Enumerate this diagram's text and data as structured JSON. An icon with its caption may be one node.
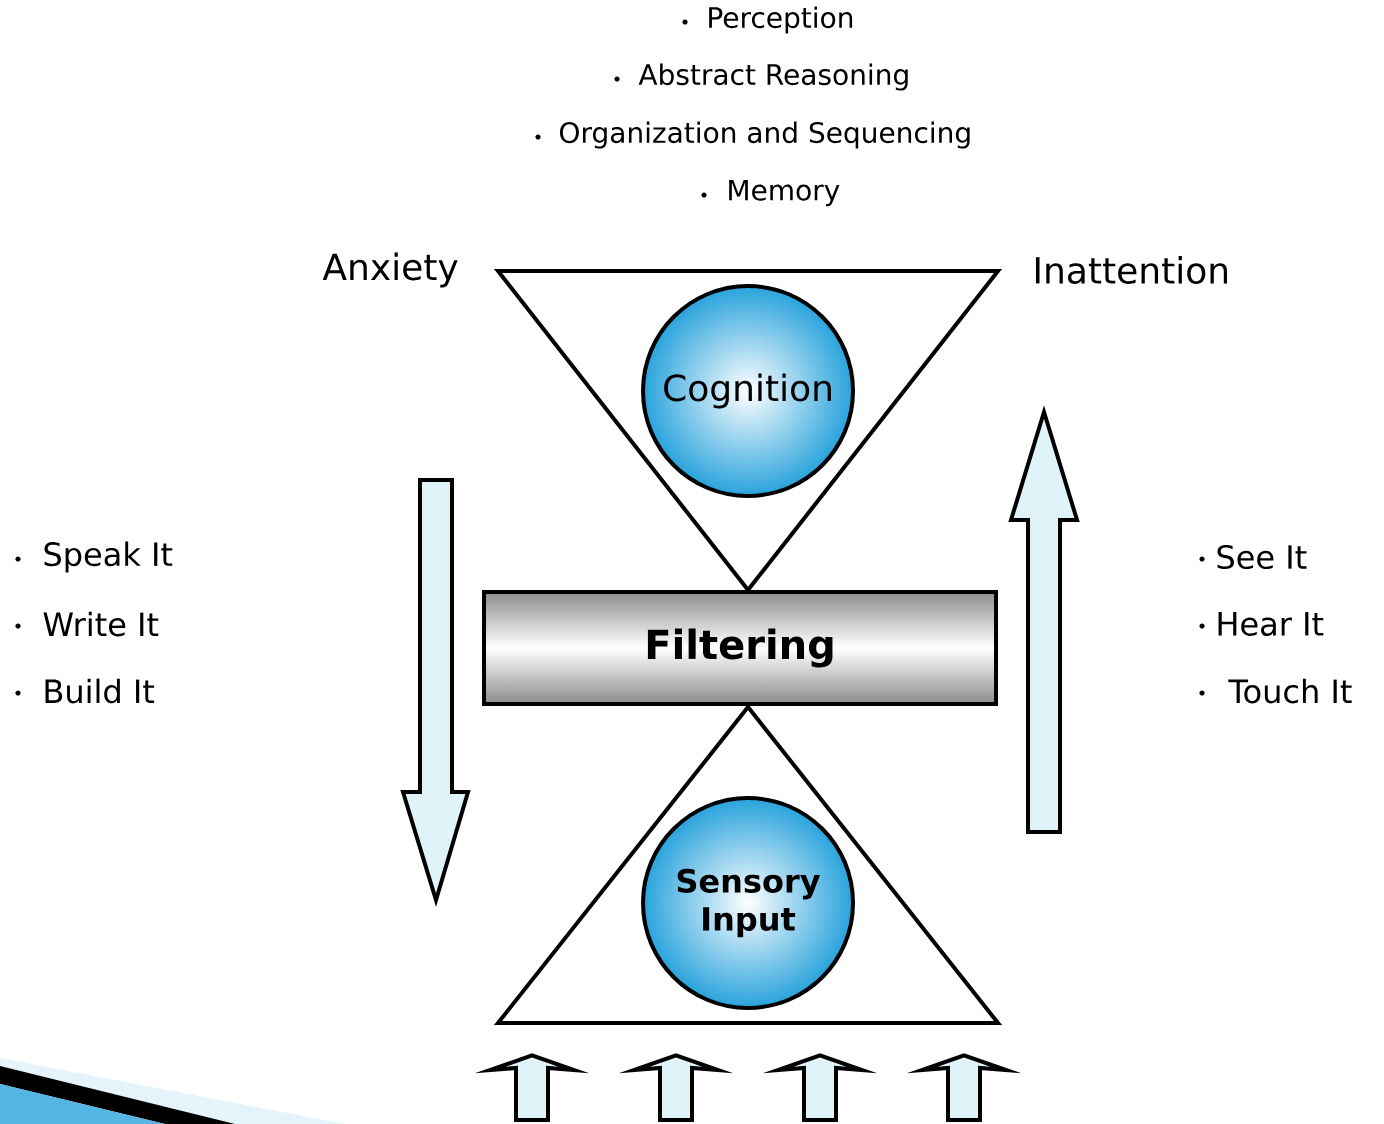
{
  "diagram": {
    "nodes": [
      {
        "text": [],
        "shape": "triangle"
      },
      {
        "text": [
          "Cognition"
        ],
        "in": 0
      },
      {
        "text": [
          "Filtering"
        ]
      },
      {
        "text": [],
        "shape": "triangle"
      },
      {
        "text": [
          "Sensory Input"
        ],
        "in": 3
      }
    ],
    "edges": [
      {
        "from": null,
        "to": 3,
        "arrow": "to"
      },
      {
        "from": null,
        "to": 3,
        "arrow": "to"
      },
      {
        "from": null,
        "to": 3,
        "arrow": "to"
      },
      {
        "from": null,
        "to": 3,
        "arrow": "to"
      }
    ],
    "labels": [
      "Perception",
      "Abstract Reasoning",
      "Organization and Sequencing",
      "Memory",
      "Anxiety",
      "Inattention",
      "Speak It",
      "See It",
      "Write It",
      "Hear It",
      "Build It",
      "Touch It"
    ]
  }
}
